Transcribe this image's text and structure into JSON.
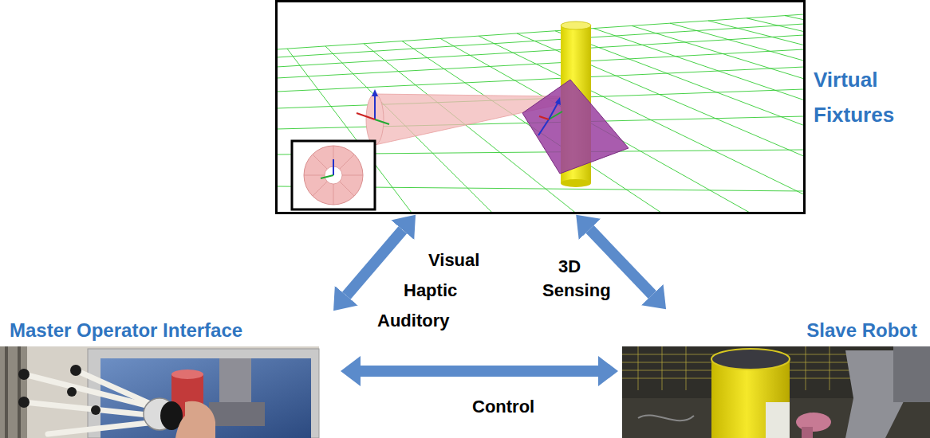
{
  "diagram": {
    "nodes": [
      {
        "text": [
          "Virtual Fixtures"
        ]
      },
      {
        "text": [
          "Master Operator Interface"
        ]
      },
      {
        "text": [
          "Slave Robot"
        ]
      }
    ],
    "edges": [
      {
        "from": 0,
        "to": 1,
        "arrow": "both",
        "label": "Visual Haptic Auditory"
      },
      {
        "from": 0,
        "to": 2,
        "arrow": "both",
        "label": "3D Sensing"
      },
      {
        "from": 1,
        "to": 2,
        "arrow": "both",
        "label": "Control"
      }
    ]
  }
}
